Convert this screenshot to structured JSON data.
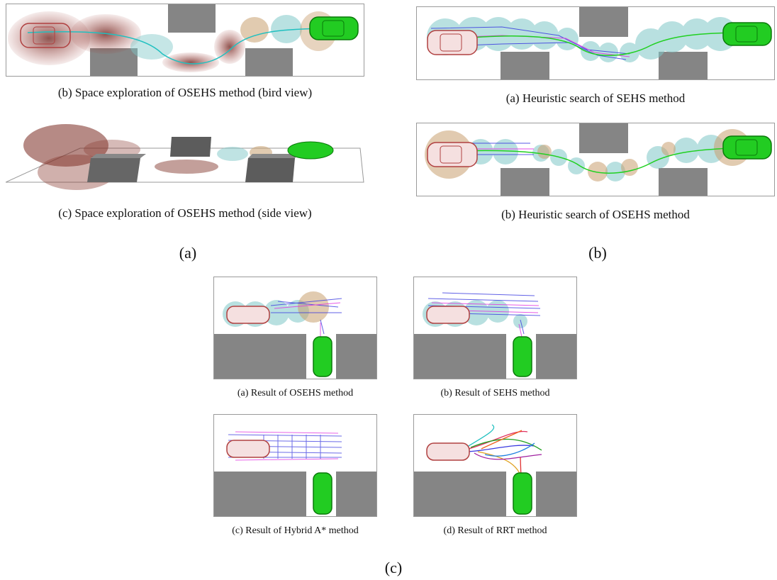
{
  "figure_a": {
    "group_label": "(a)",
    "top_caption": "(b) Space exploration of OSEHS method (bird view)",
    "bottom_caption": "(c) Space exploration of OSEHS method (side view)"
  },
  "figure_b": {
    "group_label": "(b)",
    "top_caption": "(a) Heuristic search of SEHS method",
    "bottom_caption": "(b) Heuristic search of OSEHS method"
  },
  "figure_c": {
    "group_label": "(c)",
    "captions": [
      "(a) Result of OSEHS method",
      "(b) Result of SEHS method",
      "(c) Result of Hybrid A* method",
      "(d) Result of RRT method"
    ]
  },
  "colors": {
    "obstacle": "#858585",
    "start_car": "#b04040",
    "goal_car": "#22cc22",
    "sphere_teal": "#7fc8c8",
    "sphere_tan": "#c9a070",
    "exploration": "#7a2a20",
    "tree_blue": "#3a3ae0",
    "tree_magenta": "#e030e0",
    "path_green": "#20d020"
  }
}
